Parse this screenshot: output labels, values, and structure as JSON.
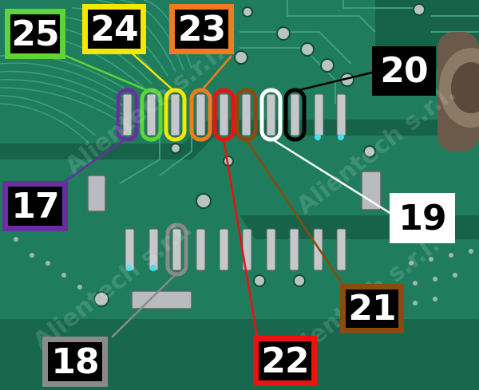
{
  "watermark": "Alientech s.r.l.",
  "colors": {
    "pcb": "#1e7a5c",
    "pcb_dark": "#155e45",
    "trace": "#3d9a78",
    "pad": "#c8ccce",
    "pin17": "#6a2ea0",
    "pin18": "#7a7a7a",
    "pin19": "#ffffff",
    "pin20": "#000000",
    "pin21": "#8a4a10",
    "pin22": "#ee1111",
    "pin23": "#f07b20",
    "pin24": "#f4e800",
    "pin25": "#5ed33a"
  },
  "pins": [
    {
      "id": "25",
      "label": "25"
    },
    {
      "id": "24",
      "label": "24"
    },
    {
      "id": "23",
      "label": "23"
    },
    {
      "id": "20",
      "label": "20"
    },
    {
      "id": "17",
      "label": "17"
    },
    {
      "id": "19",
      "label": "19"
    },
    {
      "id": "21",
      "label": "21"
    },
    {
      "id": "18",
      "label": "18"
    },
    {
      "id": "22",
      "label": "22"
    }
  ]
}
